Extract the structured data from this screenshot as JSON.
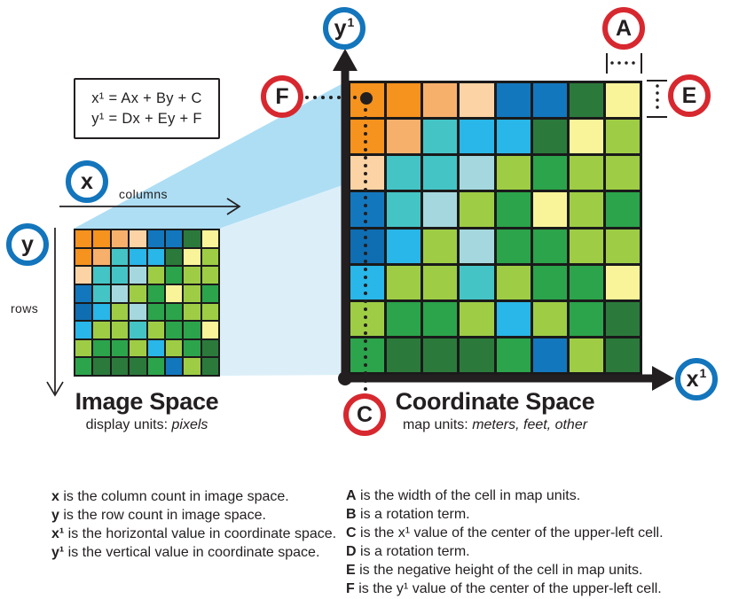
{
  "formula_box": {
    "line1": "x¹ = Ax + By + C",
    "line2": "y¹ = Dx + Ey + F"
  },
  "image_space": {
    "axis_x_label": "x",
    "axis_x_caption": "columns",
    "axis_y_label": "y",
    "axis_y_caption": "rows",
    "title": "Image Space",
    "subtitle_prefix": "display units: ",
    "subtitle_italic": "pixels"
  },
  "coordinate_space": {
    "title": "Coordinate Space",
    "subtitle_prefix": "map units: ",
    "subtitle_italic": "meters, feet, other",
    "axis_x": {
      "base": "x",
      "sup": "1"
    },
    "axis_y": {
      "base": "y",
      "sup": "1"
    },
    "markers": {
      "A": "A",
      "E": "E",
      "F": "F",
      "C": "C"
    }
  },
  "legend_left": [
    {
      "term": "x",
      "rest": " is the column count in image space."
    },
    {
      "term": "y",
      "rest": " is the row count in image space."
    },
    {
      "term": "x¹",
      "rest": " is the horizontal value in coordinate space."
    },
    {
      "term": "y¹",
      "rest": " is the vertical value in coordinate space."
    }
  ],
  "legend_right": [
    {
      "term": "A",
      "rest": " is the width of the cell in map units."
    },
    {
      "term": "B",
      "rest": " is a rotation term."
    },
    {
      "term": "C",
      "rest": " is the x¹ value of the center of the upper-left cell."
    },
    {
      "term": "D",
      "rest": " is a rotation term."
    },
    {
      "term": "E",
      "rest": " is the negative height of the cell in map units."
    },
    {
      "term": "F",
      "rest": " is the y¹ value of the center of the upper-left cell."
    }
  ],
  "colors": {
    "ink": "#231F20",
    "grid_line": "#1A1A1A",
    "circle_blue": "#1375BC",
    "circle_red": "#D7282F",
    "wedge_dark": "#AEDEF4",
    "wedge_light": "#DCEFF9"
  },
  "palette": {
    "or": "#F6921E",
    "pe": "#F7B06C",
    "pp": "#FBD3A4",
    "bl": "#1377BE",
    "b2": "#0F6DB2",
    "cy": "#29B6E8",
    "te": "#45C4C6",
    "lt": "#A5D8DE",
    "py": "#F9F499",
    "yg": "#9ECD45",
    "gr": "#2CA44B",
    "dg": "#2B7A3C"
  },
  "grid": {
    "rows": [
      [
        "or",
        "or",
        "pe",
        "pp",
        "bl",
        "bl",
        "dg",
        "py"
      ],
      [
        "or",
        "pe",
        "te",
        "cy",
        "cy",
        "dg",
        "py",
        "yg"
      ],
      [
        "pp",
        "te",
        "te",
        "lt",
        "yg",
        "gr",
        "yg",
        "yg"
      ],
      [
        "bl",
        "te",
        "lt",
        "yg",
        "gr",
        "py",
        "yg",
        "gr"
      ],
      [
        "b2",
        "cy",
        "yg",
        "lt",
        "gr",
        "gr",
        "yg",
        "yg"
      ],
      [
        "cy",
        "yg",
        "yg",
        "te",
        "yg",
        "gr",
        "gr",
        "py"
      ],
      [
        "yg",
        "gr",
        "gr",
        "yg",
        "cy",
        "yg",
        "gr",
        "dg"
      ],
      [
        "gr",
        "dg",
        "dg",
        "dg",
        "gr",
        "bl",
        "yg",
        "dg"
      ]
    ]
  }
}
